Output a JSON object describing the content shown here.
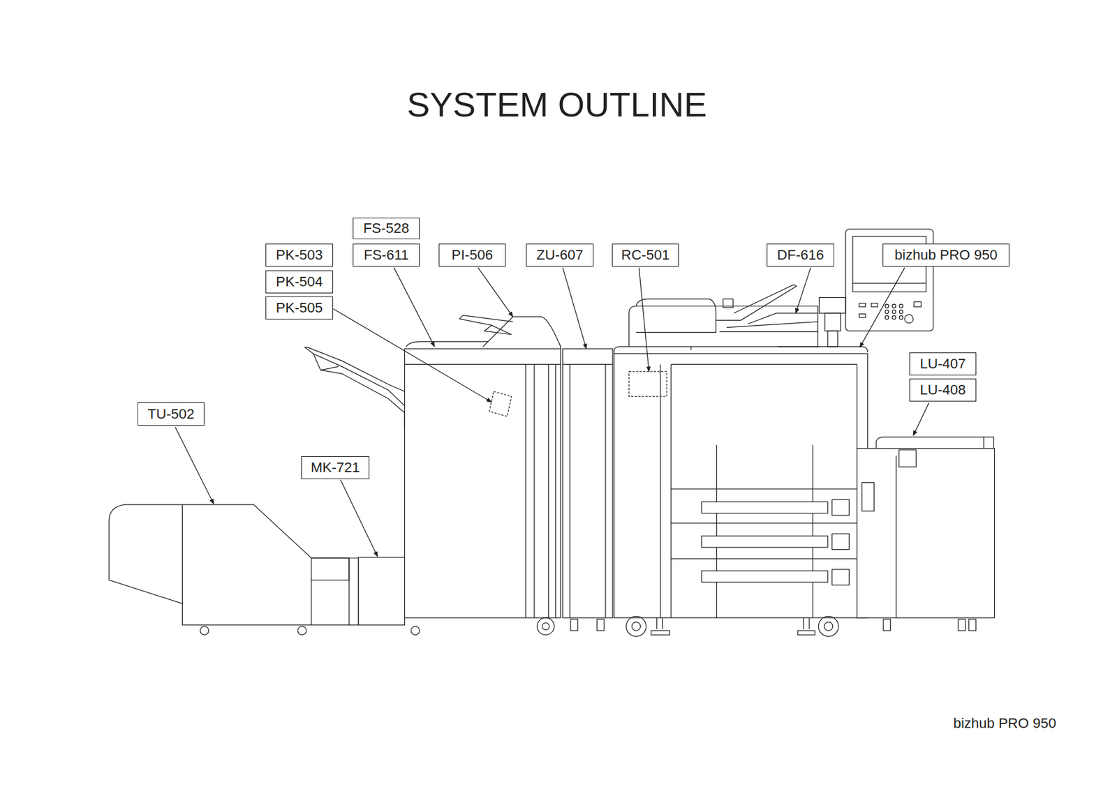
{
  "diagram": {
    "title": "SYSTEM OUTLINE",
    "caption": "bizhub PRO 950",
    "nodes": [
      {
        "text": [
          "FS-528"
        ]
      },
      {
        "text": [
          "PK-503"
        ]
      },
      {
        "text": [
          "FS-611"
        ]
      },
      {
        "text": [
          "PI-506"
        ]
      },
      {
        "text": [
          "ZU-607"
        ]
      },
      {
        "text": [
          "RC-501"
        ]
      },
      {
        "text": [
          "DF-616"
        ]
      },
      {
        "text": [
          "bizhub PRO 950"
        ]
      },
      {
        "text": [
          "PK-504"
        ]
      },
      {
        "text": [
          "PK-505"
        ]
      },
      {
        "text": [
          "LU-407"
        ]
      },
      {
        "text": [
          "LU-408"
        ]
      },
      {
        "text": [
          "TU-502"
        ]
      },
      {
        "text": [
          "MK-721"
        ]
      }
    ]
  }
}
